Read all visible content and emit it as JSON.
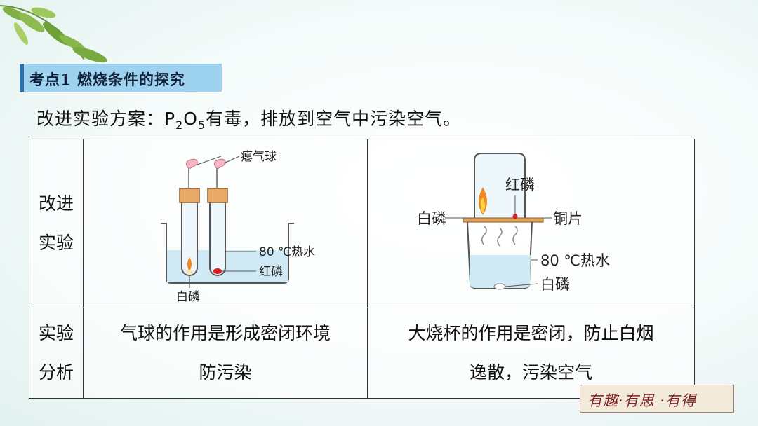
{
  "section": {
    "tag": "考点1 燃烧条件的探究"
  },
  "subtitle": {
    "prefix": "改进实验方案：P",
    "sub1": "2",
    "mid": "O",
    "sub2": "5",
    "suffix": "有毒，排放到空气中污染空气。"
  },
  "table": {
    "row1_header": [
      "改进",
      "实验"
    ],
    "row2_header": [
      "实验",
      "分析"
    ],
    "analysis_left": [
      "气球的作用是形成密闭环境",
      "防污染"
    ],
    "analysis_right": [
      "大烧杯的作用是密闭，防止白烟",
      "逸散，污染空气"
    ]
  },
  "figure_left": {
    "label_balloon": "瘪气球",
    "label_water": "80 ℃热水",
    "label_red_p": "红磷",
    "label_white_p": "白磷"
  },
  "figure_right": {
    "label_red_p": "红磷",
    "label_white_p_top": "白磷",
    "label_copper": "铜片",
    "label_water": "80 ℃热水",
    "label_white_p_bottom": "白磷"
  },
  "stamp": {
    "text": "有趣·有思 ·有得"
  },
  "colors": {
    "tag_bg": "#9ed3f0",
    "water": "#cfe9f5",
    "flame": "#f08a20",
    "red_p": "#d62020"
  }
}
